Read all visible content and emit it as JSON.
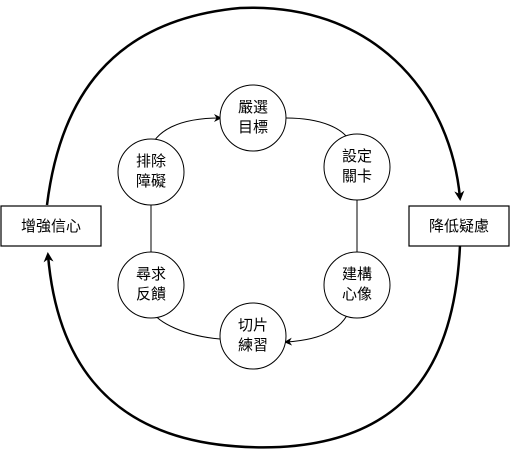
{
  "outer_cycle": {
    "left_box": {
      "label": "增強信心"
    },
    "right_box": {
      "label": "降低疑慮"
    }
  },
  "inner_cycle": {
    "nodes": [
      {
        "id": "select-goal",
        "lines": [
          "嚴選",
          "目標"
        ]
      },
      {
        "id": "set-checkpoints",
        "lines": [
          "設定",
          "關卡"
        ]
      },
      {
        "id": "build-mental-image",
        "lines": [
          "建構",
          "心像"
        ]
      },
      {
        "id": "slice-practice",
        "lines": [
          "切片",
          "練習"
        ]
      },
      {
        "id": "seek-feedback",
        "lines": [
          "尋求",
          "反饋"
        ]
      },
      {
        "id": "remove-obstacles",
        "lines": [
          "排除",
          "障礙"
        ]
      }
    ]
  },
  "colors": {
    "stroke": "#000000",
    "fill": "#ffffff",
    "text": "#000000"
  }
}
